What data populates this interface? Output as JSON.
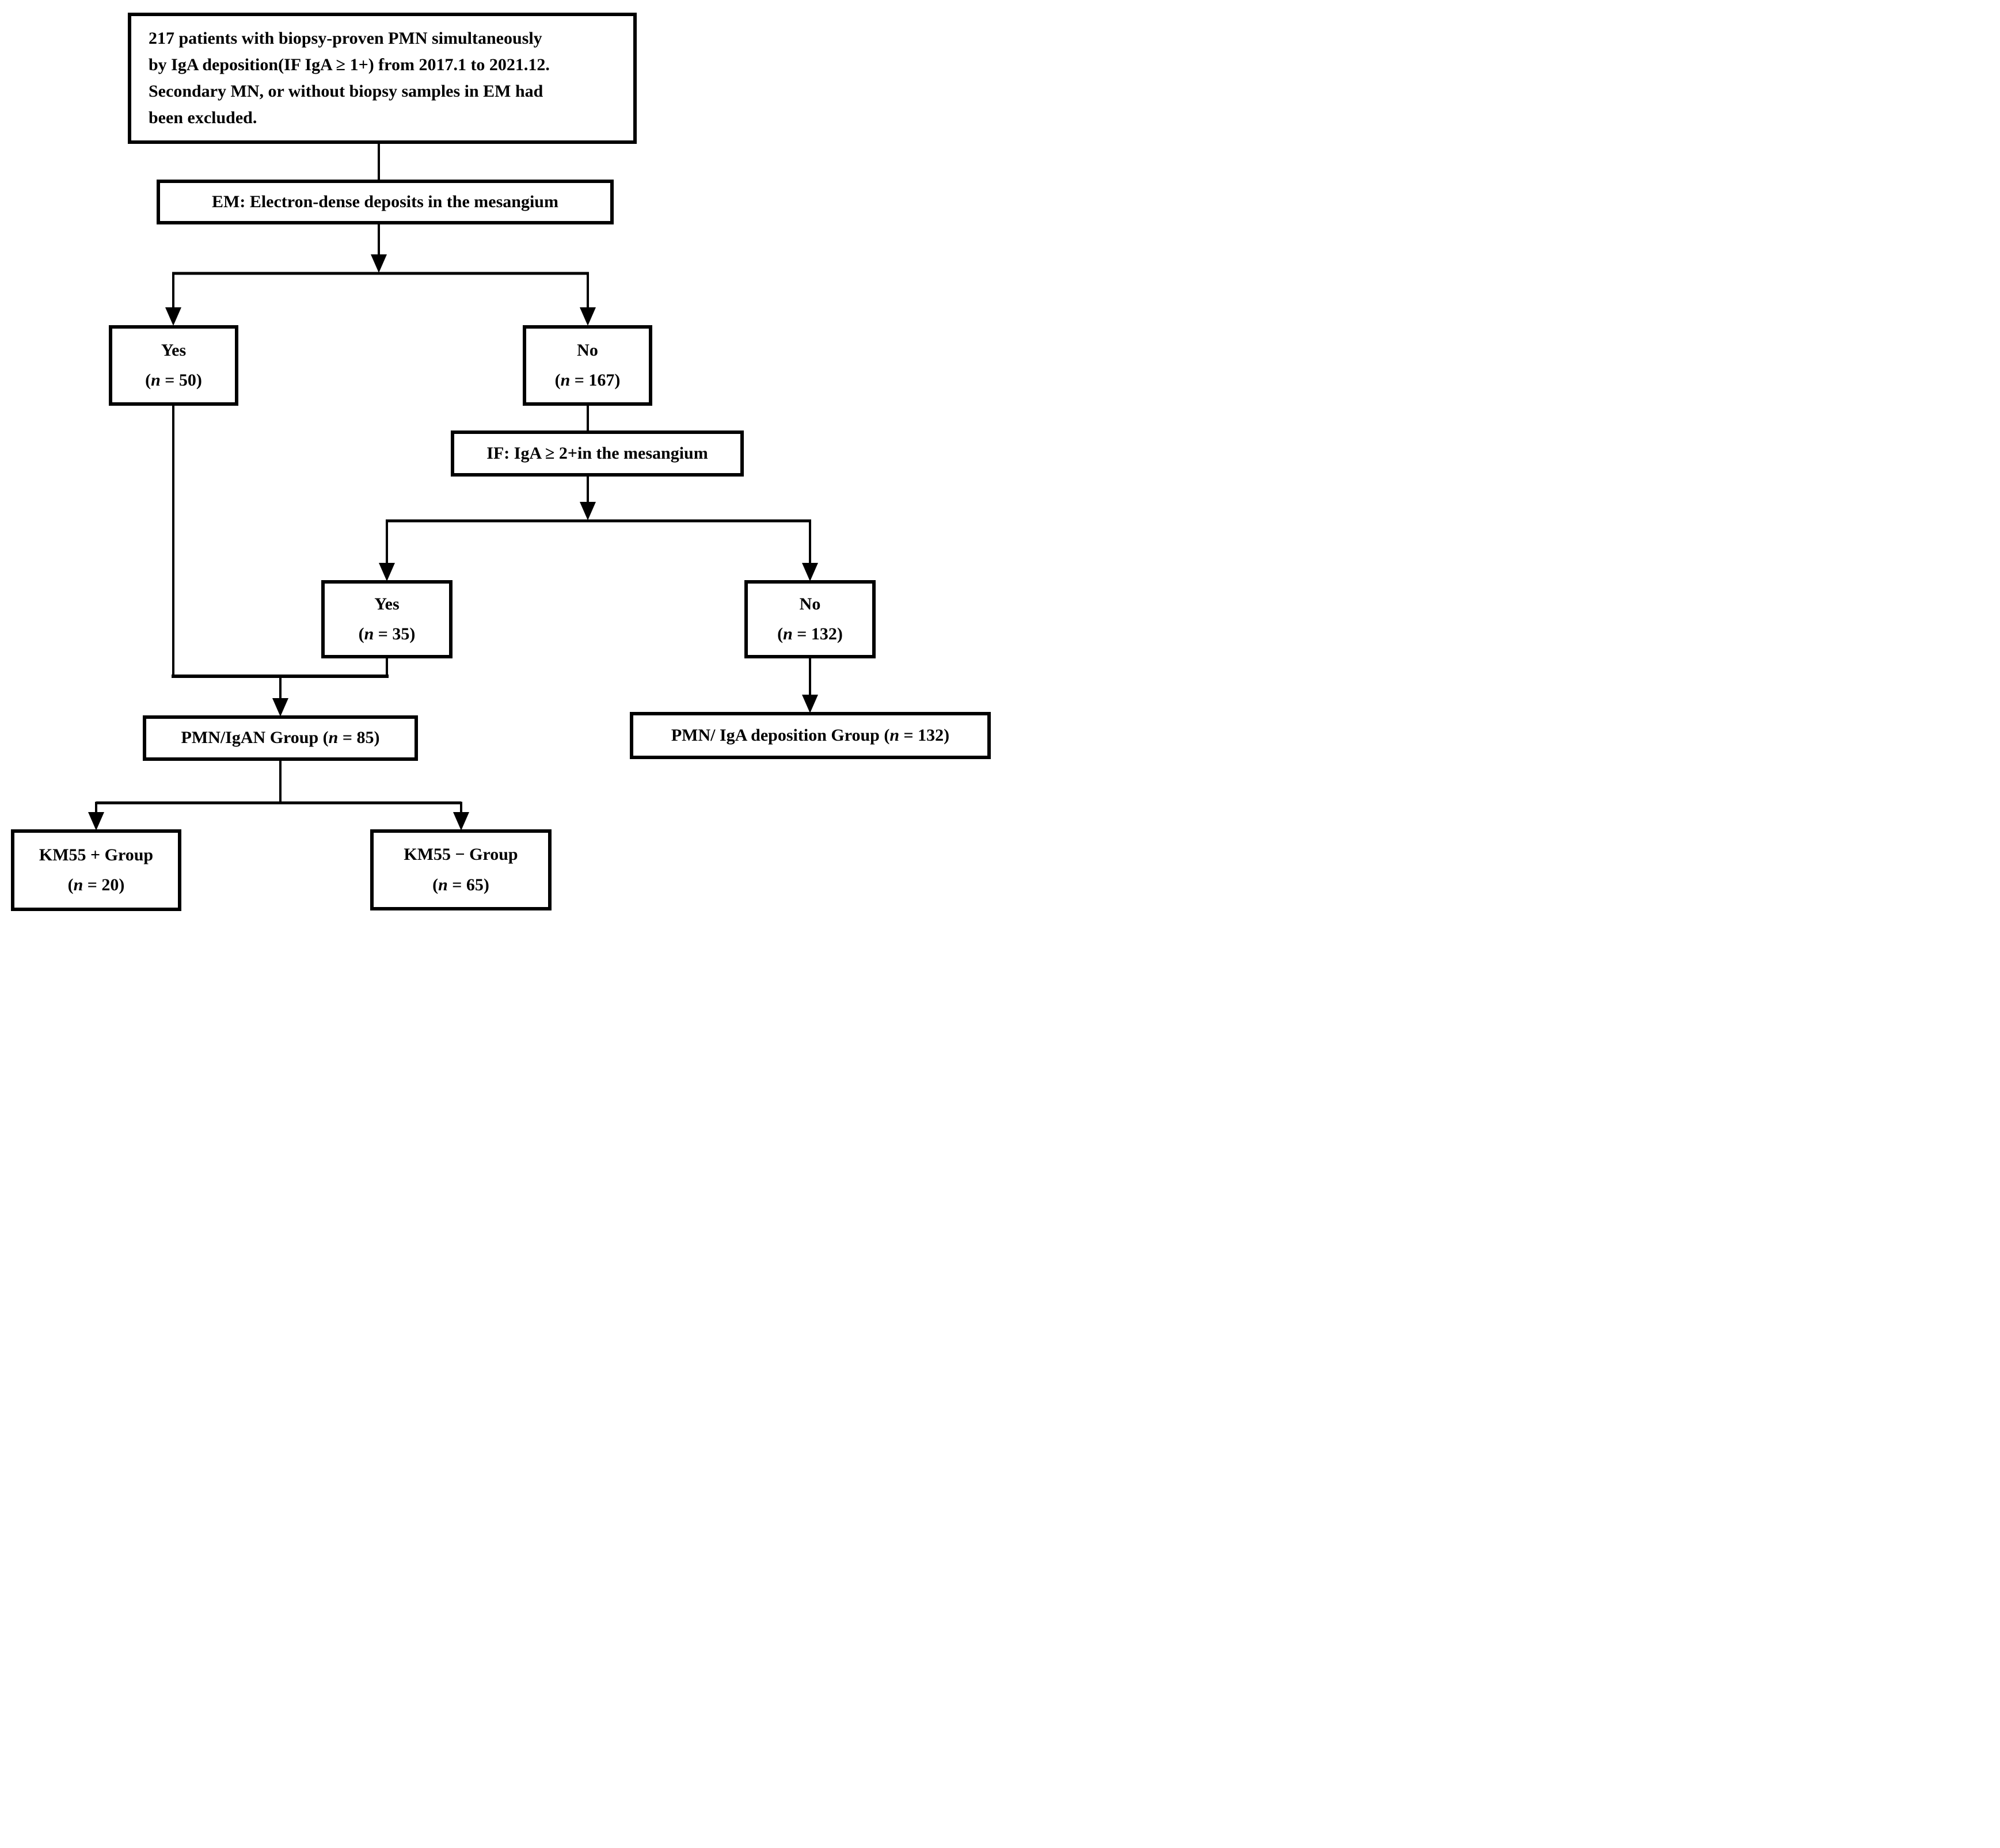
{
  "figure": {
    "kind": "patient-selection-flowchart",
    "colors": {
      "background": "#ffffff",
      "line": "#000000",
      "text": "#000000"
    }
  },
  "nodes": {
    "inclusion": {
      "lines": [
        "217 patients with biopsy-proven PMN simultaneously",
        "by IgA deposition(IF IgA ≥ 1+) from 2017.1 to 2021.12.",
        "Secondary MN, or without biopsy samples in EM had",
        "been excluded."
      ]
    },
    "em_criteria": {
      "text": "EM: Electron-dense deposits in the mesangium"
    },
    "em_yes": {
      "label": "Yes",
      "n_open": "(",
      "n_var": "n",
      "n_rest": " = 50)"
    },
    "em_no": {
      "label": "No",
      "n_open": "(",
      "n_var": "n",
      "n_rest": " = 167)"
    },
    "if_criteria": {
      "text": "IF: IgA ≥ 2+in the mesangium"
    },
    "if_yes": {
      "label": "Yes",
      "n_open": "(",
      "n_var": "n",
      "n_rest": " = 35)"
    },
    "if_no": {
      "label": "No",
      "n_open": "(",
      "n_var": "n",
      "n_rest": " = 132)"
    },
    "pmn_igan_group": {
      "prefix": "PMN/IgAN Group (",
      "n_var": "n",
      "suffix": " = 85)"
    },
    "pmn_iga_dep_group": {
      "prefix": "PMN/ IgA deposition Group (",
      "n_var": "n",
      "suffix": " = 132)"
    },
    "km55_pos_group": {
      "label": "KM55 + Group",
      "n_open": "(",
      "n_var": "n",
      "n_rest": " = 20)"
    },
    "km55_neg_group": {
      "label": "KM55 − Group",
      "n_open": "(",
      "n_var": "n",
      "n_rest": " = 65)"
    }
  }
}
